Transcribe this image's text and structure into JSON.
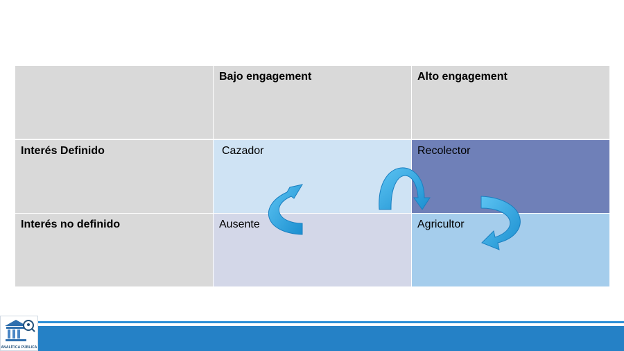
{
  "matrix": {
    "col_headers": [
      "Bajo engagement",
      "Alto engagement"
    ],
    "row_headers": [
      "Interés Definido",
      "Interés no definido"
    ],
    "cells": {
      "r1c1": "Cazador",
      "r1c2": "Recolector",
      "r2c1": "Ausente",
      "r2c2": "Agricultor"
    }
  },
  "colors": {
    "header_gray": "#d9d9d9",
    "cazador_bg": "#cfe3f4",
    "recolector_bg": "#6f80b8",
    "ausente_bg": "#d3d7e8",
    "agricultor_bg": "#a5cdec",
    "arrow": "#29a3e0",
    "footer_bar": "#2581c6"
  },
  "logo": {
    "text": "ANALÍTICA PÚBLICA",
    "icon": "institution-icon"
  }
}
